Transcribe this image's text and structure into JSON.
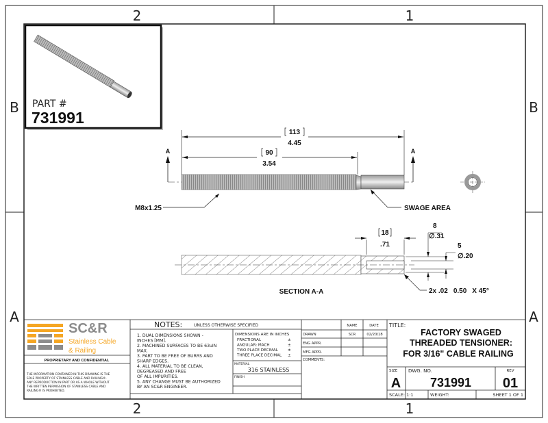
{
  "zones": {
    "col_left": "2",
    "col_right": "1",
    "row_top": "B",
    "row_bottom": "A"
  },
  "part_box": {
    "label": "PART #",
    "number": "731991"
  },
  "drawing": {
    "overall_length_mm": "113",
    "overall_length_in": "4.45",
    "thread_length_mm": "90",
    "thread_length_in": "3.54",
    "section_marker": "A",
    "thread_callout": "M8x1.25",
    "swage_callout": "SWAGE AREA",
    "swage_length_mm": "18",
    "swage_length_in": ".71",
    "outer_dia_mm": "8",
    "outer_dia_in": "∅.31",
    "inner_dia_mm": "5",
    "inner_dia_in": "∅.20",
    "section_label": "SECTION A-A",
    "chamfer_prefix": "2x .02",
    "chamfer_mm": "0.50",
    "chamfer_suffix": "X 45°"
  },
  "logo": {
    "mark": "SC&R",
    "line1": "Stainless Cable",
    "line2": "& Railing",
    "orange": "#f5a623",
    "gray": "#8c8c8c"
  },
  "proprietary": {
    "heading": "PROPRIETARY AND CONFIDENTIAL",
    "lines": [
      "THE INFORMATION CONTAINED IN THIS DRAWING IS THE",
      "SOLE PROPERTY OF STAINLESS CABLE AND RAILING®.",
      "ANY REPRODUCTION IN PART OR AS A WHOLE WITHOUT",
      "THE WRITTEN PERMISSION OF STAINLESS CABLE AND",
      "RAILING® IS PROHIBITED."
    ]
  },
  "notes": {
    "title": "NOTES:",
    "subtitle": "UNLESS OTHERWISE SPECIFIED",
    "lines": [
      "1. DUAL DIMENSIONS SHOWN -",
      "INCHES [MM].",
      "2. MACHINED SURFACES TO BE 63uIN",
      "MAX.",
      "3. PART TO BE FREE OF BURRS AND",
      "SHARP EDGES.",
      "4. ALL MATERIAL TO BE CLEAN,",
      "DEGREASED AND FREE",
      "OF ALL IMPURITIES.",
      "5. ANY CHANGE MUST BE AUTHORIZED",
      "BY AN SC&R ENGINEER."
    ]
  },
  "tolerances": {
    "heading": "DIMENSIONS ARE IN INCHES",
    "rows": [
      "FRACTIONAL",
      "ANGULAR: MACH",
      "TWO PLACE DECIMAL",
      "THREE PLACE DECIMAL"
    ],
    "sign": "±"
  },
  "material": {
    "label": "MATERIAL",
    "value": "316 STAINLESS",
    "finish_label": "FINISH"
  },
  "approvals": {
    "col_name": "NAME",
    "col_date": "DATE",
    "rows": [
      {
        "label": "DRAWN",
        "name": "SCR",
        "date": "02/20/18"
      },
      {
        "label": "ENG APPR."
      },
      {
        "label": "MFG APPR."
      }
    ],
    "comments": "COMMENTS:"
  },
  "title_block": {
    "title_label": "TITLE:",
    "title_lines": [
      "FACTORY SWAGED",
      "THREADED TENSIONER:",
      "FOR 3/16\" CABLE RAILING"
    ],
    "size_label": "SIZE",
    "size": "A",
    "dwg_label": "DWG.  NO.",
    "dwg_no": "731991",
    "rev_label": "REV",
    "rev": "01",
    "scale": "SCALE: 1:1",
    "weight": "WEIGHT:",
    "sheet": "SHEET 1 OF 1"
  }
}
